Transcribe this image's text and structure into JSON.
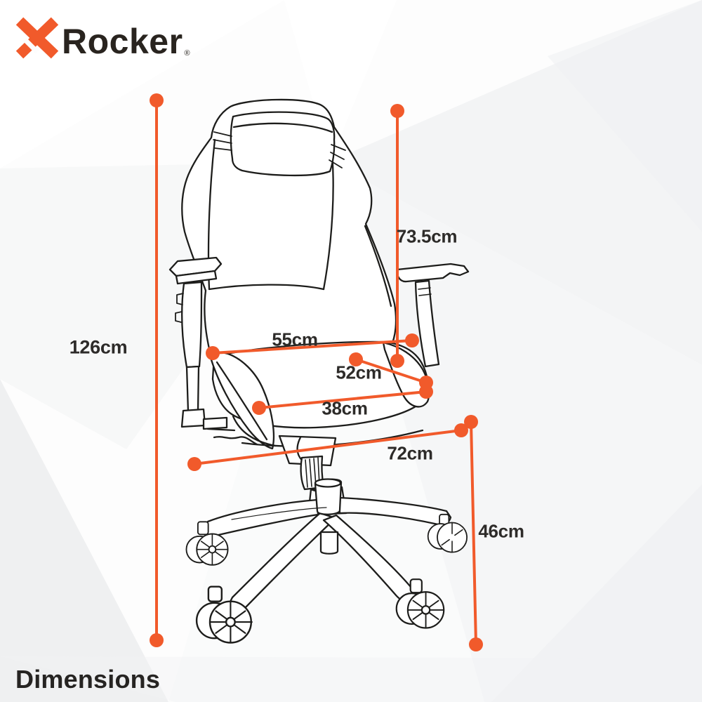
{
  "brand": {
    "x": "X",
    "wordmark": "Rocker",
    "registered": "®"
  },
  "title": "Dimensions",
  "colors": {
    "accent_orange": "#F15A2B",
    "ink": "#2D2B29",
    "line_art": "#1D1D1B"
  },
  "measurements": [
    {
      "id": "126cm",
      "value": "126cm"
    },
    {
      "id": "73.5cm",
      "value": "73.5cm"
    },
    {
      "id": "55cm",
      "value": "55cm"
    },
    {
      "id": "52cm",
      "value": "52cm"
    },
    {
      "id": "38cm",
      "value": "38cm"
    },
    {
      "id": "72cm",
      "value": "72cm"
    },
    {
      "id": "46cm",
      "value": "46cm"
    }
  ]
}
